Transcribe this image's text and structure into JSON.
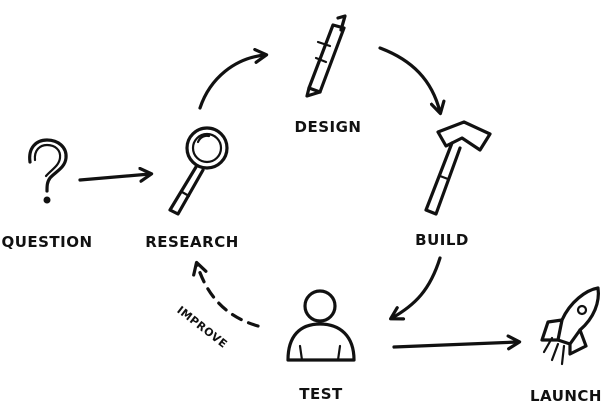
{
  "diagram": {
    "nodes": {
      "question": {
        "label": "QUESTION",
        "icon": "question-mark-icon"
      },
      "research": {
        "label": "RESEARCH",
        "icon": "magnifying-glass-icon"
      },
      "design": {
        "label": "DESIGN",
        "icon": "pencil-icon"
      },
      "build": {
        "label": "BUILD",
        "icon": "hammer-icon"
      },
      "test": {
        "label": "TEST",
        "icon": "person-icon"
      },
      "launch": {
        "label": "LAUNCH",
        "icon": "rocket-icon"
      }
    },
    "edges": [
      {
        "from": "question",
        "to": "research",
        "style": "solid"
      },
      {
        "from": "research",
        "to": "design",
        "style": "solid"
      },
      {
        "from": "design",
        "to": "build",
        "style": "solid"
      },
      {
        "from": "build",
        "to": "test",
        "style": "solid"
      },
      {
        "from": "test",
        "to": "research",
        "style": "dashed",
        "label": "IMPROVE"
      },
      {
        "from": "test",
        "to": "launch",
        "style": "solid"
      }
    ],
    "colors": {
      "ink": "#111111",
      "background": "#ffffff"
    }
  }
}
